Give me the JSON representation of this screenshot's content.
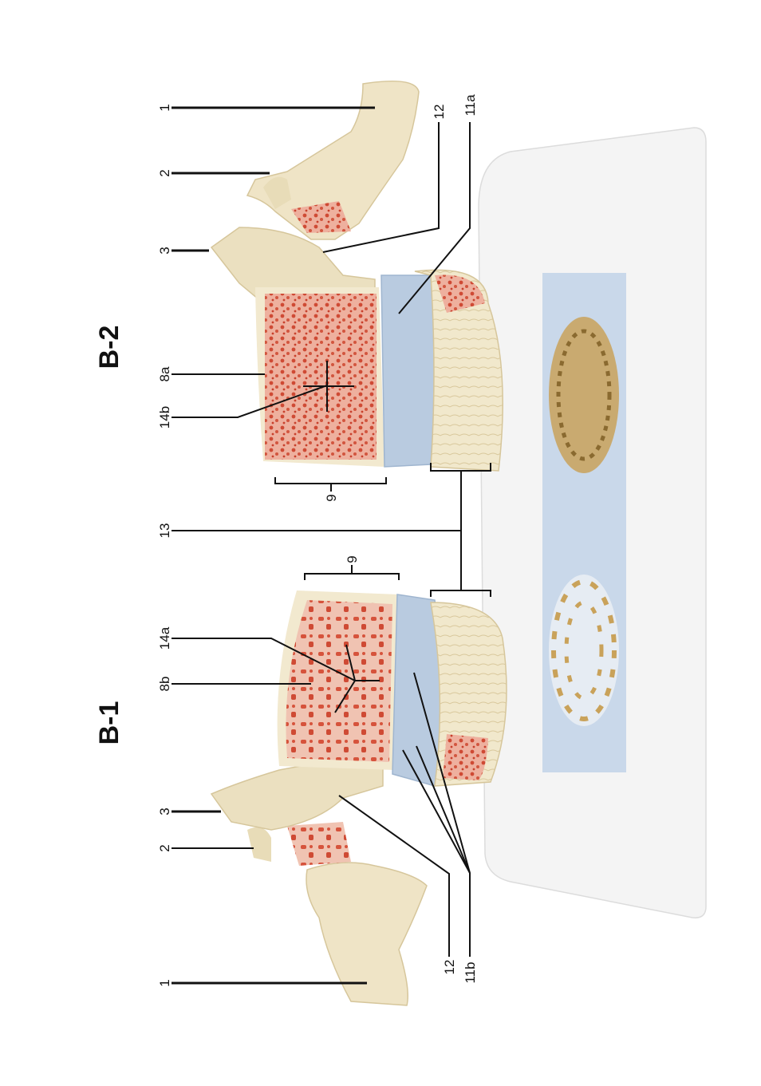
{
  "titles": {
    "b1": "B-1",
    "b2": "B-2"
  },
  "labels": {
    "l1_top": "1",
    "l2_top": "2",
    "l3_top": "3",
    "l8a": "8a",
    "l14b": "14b",
    "l9_top": "9",
    "l13": "13",
    "l9_bottom": "9",
    "l14a": "14a",
    "l8b": "8b",
    "l3_bottom": "3",
    "l2_bottom": "2",
    "l1_bottom": "1",
    "l12_top": "12",
    "l11a": "11a",
    "l12_bottom": "12",
    "l11b": "11b"
  },
  "colors": {
    "bone": "#eee3c4",
    "bone_shadow": "#d8c9a0",
    "marrow": "#e8a08c",
    "marrow_spot": "#c8402c",
    "disc": "#b9cbe0",
    "base": "#f3f3f3",
    "panel": "#c9d8ea",
    "sample": "#c9a25a"
  }
}
